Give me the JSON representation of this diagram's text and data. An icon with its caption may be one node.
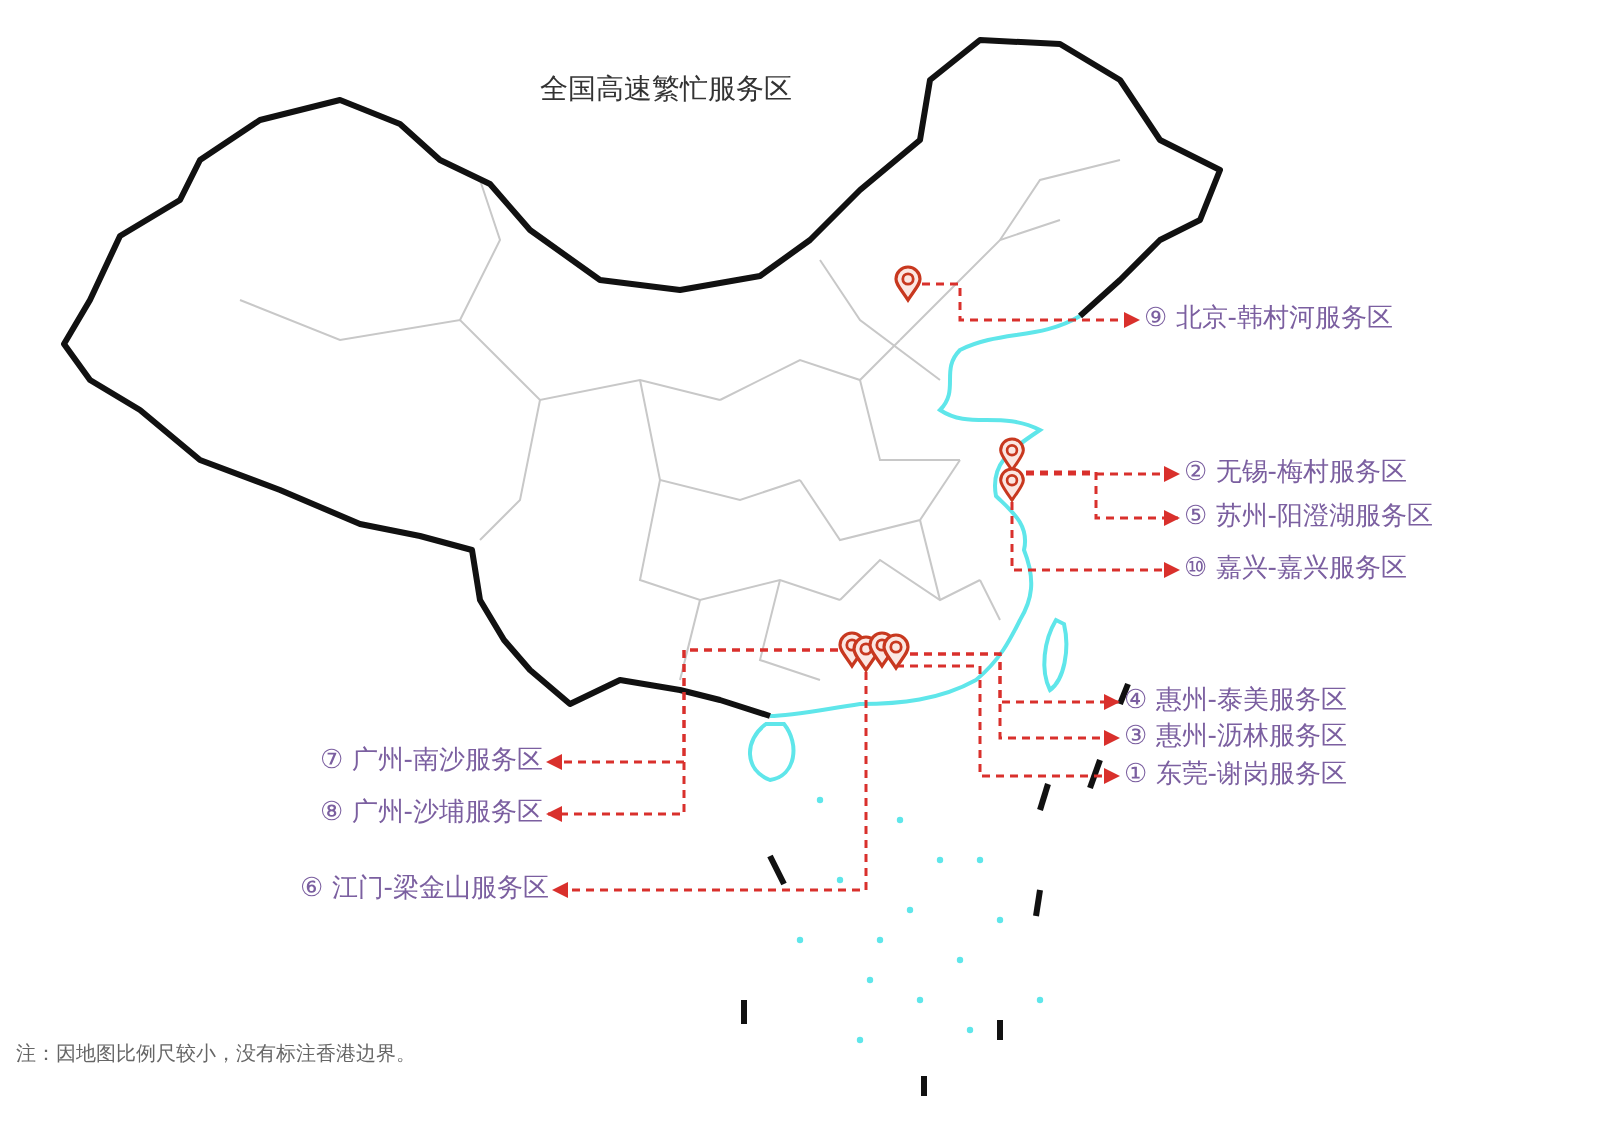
{
  "diagram": {
    "title": "全国高速繁忙服务区",
    "nodes": [
      {
        "text": [],
        "shape": "pin"
      },
      {
        "text": [],
        "shape": "pin"
      },
      {
        "text": [],
        "shape": "pin"
      },
      {
        "text": [],
        "shape": "pin"
      },
      {
        "text": [],
        "shape": "pin"
      },
      {
        "text": [],
        "shape": "pin"
      },
      {
        "text": [],
        "shape": "pin"
      },
      {
        "text": [
          "⑨ 北京-韩村河服务区"
        ]
      },
      {
        "text": [
          "② 无锡-梅村服务区"
        ]
      },
      {
        "text": [
          "⑤ 苏州-阳澄湖服务区"
        ]
      },
      {
        "text": [
          "⑩ 嘉兴-嘉兴服务区"
        ]
      },
      {
        "text": [
          "④ 惠州-泰美服务区"
        ]
      },
      {
        "text": [
          "③ 惠州-沥林服务区"
        ]
      },
      {
        "text": [
          "① 东莞-谢岗服务区"
        ]
      },
      {
        "text": [
          "⑦ 广州-南沙服务区"
        ]
      },
      {
        "text": [
          "⑧ 广州-沙埔服务区"
        ]
      },
      {
        "text": [
          "⑥ 江门-梁金山服务区"
        ]
      }
    ],
    "edges": [
      {
        "from": 0,
        "to": 7,
        "arrow": "to",
        "style": "dashed"
      },
      {
        "from": 1,
        "to": 8,
        "arrow": "to",
        "style": "dashed"
      },
      {
        "from": 1,
        "to": 9,
        "arrow": "to",
        "style": "dashed"
      },
      {
        "from": 2,
        "to": 10,
        "arrow": "to",
        "style": "dashed"
      },
      {
        "from": 6,
        "to": 11,
        "arrow": "to",
        "style": "dashed"
      },
      {
        "from": 6,
        "to": 12,
        "arrow": "to",
        "style": "dashed"
      },
      {
        "from": 5,
        "to": 13,
        "arrow": "to",
        "style": "dashed"
      },
      {
        "from": 3,
        "to": 14,
        "arrow": "to",
        "style": "dashed"
      },
      {
        "from": 3,
        "to": 15,
        "arrow": "to",
        "style": "dashed"
      },
      {
        "from": 4,
        "to": 16,
        "arrow": "to",
        "style": "dashed"
      }
    ],
    "labels": [
      "注：因地图比例尺较小，没有标注香港边界。"
    ]
  }
}
